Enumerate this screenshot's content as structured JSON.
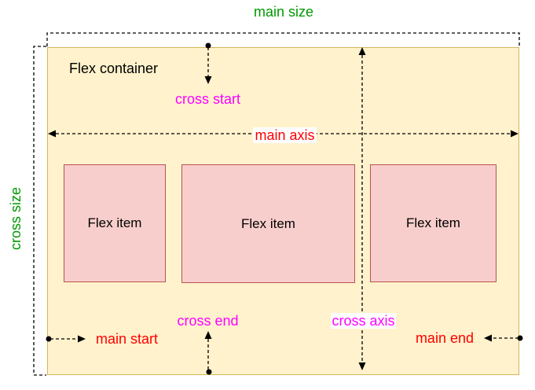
{
  "container": {
    "label": "Flex container"
  },
  "items": [
    {
      "label": "Flex item"
    },
    {
      "label": "Flex item"
    },
    {
      "label": "Flex item"
    }
  ],
  "annotations": {
    "main_size": "main size",
    "cross_size": "cross size",
    "main_axis": "main axis",
    "cross_axis": "cross axis",
    "main_start": "main start",
    "main_end": "main end",
    "cross_start": "cross start",
    "cross_end": "cross end"
  },
  "colors": {
    "container_fill": "#FFF2CC",
    "container_border": "#D6B656",
    "item_fill": "#F8CECC",
    "item_border": "#B85450",
    "size_labels": "#009900",
    "main_labels": "#FF0000",
    "cross_labels": "#FF00FF",
    "lines_and_dots": "#000000"
  }
}
